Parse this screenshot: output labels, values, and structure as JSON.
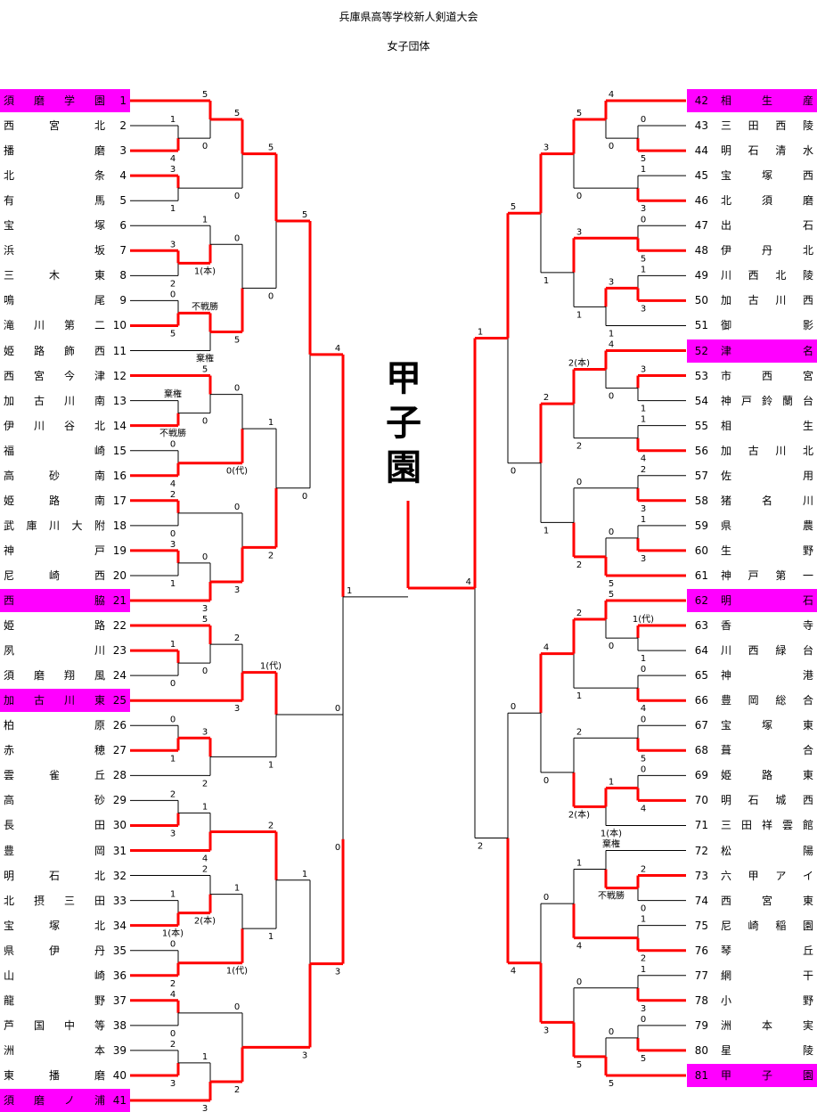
{
  "header": {
    "title": "兵庫県高等学校新人剣道大会",
    "subtitle": "女子団体"
  },
  "center_label": "甲子園",
  "colors": {
    "win": "#ff0000",
    "line": "#000000",
    "highlight": "#ff00ff"
  },
  "left_teams": [
    {
      "num": "1",
      "name": "須磨学園",
      "hl": true
    },
    {
      "num": "2",
      "name": "西宮北",
      "hl": false
    },
    {
      "num": "3",
      "name": "播磨",
      "hl": false
    },
    {
      "num": "4",
      "name": "北条",
      "hl": false
    },
    {
      "num": "5",
      "name": "有馬",
      "hl": false
    },
    {
      "num": "6",
      "name": "宝塚",
      "hl": false
    },
    {
      "num": "7",
      "name": "浜坂",
      "hl": false
    },
    {
      "num": "8",
      "name": "三木東",
      "hl": false
    },
    {
      "num": "9",
      "name": "鳴尾",
      "hl": false
    },
    {
      "num": "10",
      "name": "滝川第二",
      "hl": false
    },
    {
      "num": "11",
      "name": "姫路飾西",
      "hl": false
    },
    {
      "num": "12",
      "name": "西宮今津",
      "hl": false
    },
    {
      "num": "13",
      "name": "加古川南",
      "hl": false
    },
    {
      "num": "14",
      "name": "伊川谷北",
      "hl": false
    },
    {
      "num": "15",
      "name": "福崎",
      "hl": false
    },
    {
      "num": "16",
      "name": "高砂南",
      "hl": false
    },
    {
      "num": "17",
      "name": "姫路南",
      "hl": false
    },
    {
      "num": "18",
      "name": "武庫川大附",
      "hl": false
    },
    {
      "num": "19",
      "name": "神戸",
      "hl": false
    },
    {
      "num": "20",
      "name": "尼崎西",
      "hl": false
    },
    {
      "num": "21",
      "name": "西脇",
      "hl": true
    },
    {
      "num": "22",
      "name": "姫路",
      "hl": false
    },
    {
      "num": "23",
      "name": "夙川",
      "hl": false
    },
    {
      "num": "24",
      "name": "須磨翔風",
      "hl": false
    },
    {
      "num": "25",
      "name": "加古川東",
      "hl": true
    },
    {
      "num": "26",
      "name": "柏原",
      "hl": false
    },
    {
      "num": "27",
      "name": "赤穂",
      "hl": false
    },
    {
      "num": "28",
      "name": "雲雀丘",
      "hl": false
    },
    {
      "num": "29",
      "name": "高砂",
      "hl": false
    },
    {
      "num": "30",
      "name": "長田",
      "hl": false
    },
    {
      "num": "31",
      "name": "豊岡",
      "hl": false
    },
    {
      "num": "32",
      "name": "明石北",
      "hl": false
    },
    {
      "num": "33",
      "name": "北摂三田",
      "hl": false
    },
    {
      "num": "34",
      "name": "宝塚北",
      "hl": false
    },
    {
      "num": "35",
      "name": "県伊丹",
      "hl": false
    },
    {
      "num": "36",
      "name": "山崎",
      "hl": false
    },
    {
      "num": "37",
      "name": "龍野",
      "hl": false
    },
    {
      "num": "38",
      "name": "芦国中等",
      "hl": false
    },
    {
      "num": "39",
      "name": "洲本",
      "hl": false
    },
    {
      "num": "40",
      "name": "東播磨",
      "hl": false
    },
    {
      "num": "41",
      "name": "須磨ノ浦",
      "hl": true
    }
  ],
  "right_teams": [
    {
      "num": "42",
      "name": "相生産",
      "hl": true
    },
    {
      "num": "43",
      "name": "三田西陵",
      "hl": false
    },
    {
      "num": "44",
      "name": "明石清水",
      "hl": false
    },
    {
      "num": "45",
      "name": "宝塚西",
      "hl": false
    },
    {
      "num": "46",
      "name": "北須磨",
      "hl": false
    },
    {
      "num": "47",
      "name": "出石",
      "hl": false
    },
    {
      "num": "48",
      "name": "伊丹北",
      "hl": false
    },
    {
      "num": "49",
      "name": "川西北陵",
      "hl": false
    },
    {
      "num": "50",
      "name": "加古川西",
      "hl": false
    },
    {
      "num": "51",
      "name": "御影",
      "hl": false
    },
    {
      "num": "52",
      "name": "津名",
      "hl": true
    },
    {
      "num": "53",
      "name": "市西宮",
      "hl": false
    },
    {
      "num": "54",
      "name": "神戸鈴蘭台",
      "hl": false
    },
    {
      "num": "55",
      "name": "相生",
      "hl": false
    },
    {
      "num": "56",
      "name": "加古川北",
      "hl": false
    },
    {
      "num": "57",
      "name": "佐用",
      "hl": false
    },
    {
      "num": "58",
      "name": "猪名川",
      "hl": false
    },
    {
      "num": "59",
      "name": "県農",
      "hl": false
    },
    {
      "num": "60",
      "name": "生野",
      "hl": false
    },
    {
      "num": "61",
      "name": "神戸第一",
      "hl": false
    },
    {
      "num": "62",
      "name": "明石",
      "hl": true
    },
    {
      "num": "63",
      "name": "香寺",
      "hl": false
    },
    {
      "num": "64",
      "name": "川西緑台",
      "hl": false
    },
    {
      "num": "65",
      "name": "神港",
      "hl": false
    },
    {
      "num": "66",
      "name": "豊岡総合",
      "hl": false
    },
    {
      "num": "67",
      "name": "宝塚東",
      "hl": false
    },
    {
      "num": "68",
      "name": "葺合",
      "hl": false
    },
    {
      "num": "69",
      "name": "姫路東",
      "hl": false
    },
    {
      "num": "70",
      "name": "明石城西",
      "hl": false
    },
    {
      "num": "71",
      "name": "三田祥雲館",
      "hl": false
    },
    {
      "num": "72",
      "name": "松陽",
      "hl": false
    },
    {
      "num": "73",
      "name": "六甲アイ",
      "hl": false
    },
    {
      "num": "74",
      "name": "西宮東",
      "hl": false
    },
    {
      "num": "75",
      "name": "尼崎稲園",
      "hl": false
    },
    {
      "num": "76",
      "name": "琴丘",
      "hl": false
    },
    {
      "num": "77",
      "name": "網干",
      "hl": false
    },
    {
      "num": "78",
      "name": "小野",
      "hl": false
    },
    {
      "num": "79",
      "name": "洲本実",
      "hl": false
    },
    {
      "num": "80",
      "name": "星陵",
      "hl": false
    },
    {
      "num": "81",
      "name": "甲子園",
      "hl": true
    }
  ],
  "matches": {
    "left": [
      {
        "a": {
          "t": 2
        },
        "b": {
          "t": 3
        },
        "sa": "1",
        "sb": "4",
        "w": "b"
      },
      {
        "a": {
          "t": 1
        },
        "b": {
          "m": 0
        },
        "sa": "5",
        "sb": "0",
        "w": "a"
      },
      {
        "a": {
          "t": 4
        },
        "b": {
          "t": 5
        },
        "sa": "3",
        "sb": "1",
        "w": "a"
      },
      {
        "a": {
          "m": 1
        },
        "b": {
          "m": 2
        },
        "sa": "5",
        "sb": "0",
        "w": "a"
      },
      {
        "a": {
          "t": 7
        },
        "b": {
          "t": 8
        },
        "sa": "3",
        "sb": "2",
        "w": "a"
      },
      {
        "a": {
          "t": 6
        },
        "b": {
          "m": 4
        },
        "sa": "1",
        "sb": "1(本)",
        "w": "b"
      },
      {
        "a": {
          "t": 9
        },
        "b": {
          "t": 10
        },
        "sa": "0",
        "sb": "5",
        "w": "b"
      },
      {
        "a": {
          "m": 6
        },
        "b": {
          "t": 11
        },
        "sa": "不戦勝",
        "sb": "棄権",
        "w": "a"
      },
      {
        "a": {
          "m": 5
        },
        "b": {
          "m": 7
        },
        "sa": "0",
        "sb": "5",
        "w": "b"
      },
      {
        "a": {
          "m": 3
        },
        "b": {
          "m": 8
        },
        "sa": "5",
        "sb": "0",
        "w": "a"
      },
      {
        "a": {
          "t": 13
        },
        "b": {
          "t": 14
        },
        "sa": "棄権",
        "sb": "不戦勝",
        "w": "b"
      },
      {
        "a": {
          "t": 12
        },
        "b": {
          "m": 10
        },
        "sa": "5",
        "sb": "0",
        "w": "a"
      },
      {
        "a": {
          "t": 15
        },
        "b": {
          "t": 16
        },
        "sa": "0",
        "sb": "4",
        "w": "b"
      },
      {
        "a": {
          "m": 11
        },
        "b": {
          "m": 12
        },
        "sa": "0",
        "sb": "0(代)",
        "w": "b"
      },
      {
        "a": {
          "t": 17
        },
        "b": {
          "t": 18
        },
        "sa": "2",
        "sb": "0",
        "w": "a"
      },
      {
        "a": {
          "t": 19
        },
        "b": {
          "t": 20
        },
        "sa": "3",
        "sb": "1",
        "w": "a"
      },
      {
        "a": {
          "m": 15
        },
        "b": {
          "t": 21
        },
        "sa": "0",
        "sb": "3",
        "w": "b"
      },
      {
        "a": {
          "m": 14
        },
        "b": {
          "m": 16
        },
        "sa": "0",
        "sb": "3",
        "w": "b"
      },
      {
        "a": {
          "m": 13
        },
        "b": {
          "m": 17
        },
        "sa": "1",
        "sb": "2",
        "w": "b"
      },
      {
        "a": {
          "m": 18
        },
        "b": {
          "m": 18
        },
        "sa": "",
        "sb": "",
        "w": "a",
        "skip": true
      },
      {
        "a": {
          "m": 9
        },
        "b": {
          "m": 18
        },
        "sa": "5",
        "sb": "0",
        "w": "a"
      },
      {
        "a": {
          "t": 23
        },
        "b": {
          "t": 24
        },
        "sa": "1",
        "sb": "0",
        "w": "a"
      },
      {
        "a": {
          "t": 22
        },
        "b": {
          "m": 21
        },
        "sa": "5",
        "sb": "0",
        "w": "a"
      },
      {
        "a": {
          "m": 22
        },
        "b": {
          "t": 25
        },
        "sa": "2",
        "sb": "3",
        "w": "b"
      },
      {
        "a": {
          "t": 26
        },
        "b": {
          "t": 27
        },
        "sa": "0",
        "sb": "1",
        "w": "b"
      },
      {
        "a": {
          "m": 24
        },
        "b": {
          "t": 28
        },
        "sa": "3",
        "sb": "2",
        "w": "a"
      },
      {
        "a": {
          "m": 23
        },
        "b": {
          "m": 25
        },
        "sa": "1(代)",
        "sb": "1",
        "w": "a"
      },
      {
        "a": {
          "t": 29
        },
        "b": {
          "t": 30
        },
        "sa": "2",
        "sb": "3",
        "w": "b"
      },
      {
        "a": {
          "m": 27
        },
        "b": {
          "t": 31
        },
        "sa": "1",
        "sb": "4",
        "w": "b"
      },
      {
        "a": {
          "t": 33
        },
        "b": {
          "t": 34
        },
        "sa": "1",
        "sb": "1(本)",
        "w": "b"
      },
      {
        "a": {
          "t": 32
        },
        "b": {
          "m": 29
        },
        "sa": "2",
        "sb": "2(本)",
        "w": "b"
      },
      {
        "a": {
          "t": 35
        },
        "b": {
          "t": 36
        },
        "sa": "0",
        "sb": "2",
        "w": "b"
      },
      {
        "a": {
          "m": 30
        },
        "b": {
          "m": 31
        },
        "sa": "1",
        "sb": "1(代)",
        "w": "b"
      },
      {
        "a": {
          "m": 28
        },
        "b": {
          "m": 32
        },
        "sa": "2",
        "sb": "1",
        "w": "a"
      },
      {
        "a": {
          "t": 37
        },
        "b": {
          "t": 38
        },
        "sa": "4",
        "sb": "0",
        "w": "a"
      },
      {
        "a": {
          "t": 39
        },
        "b": {
          "t": 40
        },
        "sa": "2",
        "sb": "3",
        "w": "b"
      },
      {
        "a": {
          "m": 35
        },
        "b": {
          "t": 41
        },
        "sa": "1",
        "sb": "3",
        "w": "b"
      },
      {
        "a": {
          "m": 34
        },
        "b": {
          "m": 36
        },
        "sa": "0",
        "sb": "2",
        "w": "b"
      },
      {
        "a": {
          "m": 33
        },
        "b": {
          "m": 37
        },
        "sa": "1",
        "sb": "3",
        "w": "b"
      },
      {
        "a": {
          "m": 26
        },
        "b": {
          "m": 38
        },
        "sa": "0",
        "sb": "3",
        "w": "b"
      },
      {
        "a": {
          "m": 20
        },
        "b": {
          "m": 39
        },
        "sa": "4",
        "sb": "0",
        "w": "a"
      }
    ],
    "right": [
      {
        "a": {
          "t": 43
        },
        "b": {
          "t": 44
        },
        "sa": "0",
        "sb": "5",
        "w": "b"
      },
      {
        "a": {
          "t": 42
        },
        "b": {
          "m": 0
        },
        "sa": "4",
        "sb": "0",
        "w": "a"
      },
      {
        "a": {
          "t": 45
        },
        "b": {
          "t": 46
        },
        "sa": "1",
        "sb": "3",
        "w": "b"
      },
      {
        "a": {
          "m": 1
        },
        "b": {
          "m": 2
        },
        "sa": "5",
        "sb": "0",
        "w": "a"
      },
      {
        "a": {
          "t": 47
        },
        "b": {
          "t": 48
        },
        "sa": "0",
        "sb": "5",
        "w": "b"
      },
      {
        "a": {
          "t": 49
        },
        "b": {
          "t": 50
        },
        "sa": "1",
        "sb": "3",
        "w": "b"
      },
      {
        "a": {
          "m": 5
        },
        "b": {
          "t": 51
        },
        "sa": "3",
        "sb": "1",
        "w": "a"
      },
      {
        "a": {
          "m": 4
        },
        "b": {
          "m": 6
        },
        "sa": "3",
        "sb": "1",
        "w": "a"
      },
      {
        "a": {
          "m": 3
        },
        "b": {
          "m": 7
        },
        "sa": "3",
        "sb": "1",
        "w": "a"
      },
      {
        "a": {
          "t": 53
        },
        "b": {
          "t": 54
        },
        "sa": "3",
        "sb": "1",
        "w": "a"
      },
      {
        "a": {
          "t": 52
        },
        "b": {
          "m": 9
        },
        "sa": "4",
        "sb": "0",
        "w": "a"
      },
      {
        "a": {
          "t": 55
        },
        "b": {
          "t": 56
        },
        "sa": "1",
        "sb": "4",
        "w": "b"
      },
      {
        "a": {
          "m": 10
        },
        "b": {
          "m": 11
        },
        "sa": "2(本)",
        "sb": "2",
        "w": "a"
      },
      {
        "a": {
          "t": 57
        },
        "b": {
          "t": 58
        },
        "sa": "2",
        "sb": "3",
        "w": "b"
      },
      {
        "a": {
          "t": 59
        },
        "b": {
          "t": 60
        },
        "sa": "1",
        "sb": "3",
        "w": "b"
      },
      {
        "a": {
          "m": 14
        },
        "b": {
          "t": 61
        },
        "sa": "0",
        "sb": "5",
        "w": "b"
      },
      {
        "a": {
          "m": 13
        },
        "b": {
          "m": 15
        },
        "sa": "0",
        "sb": "2",
        "w": "b"
      },
      {
        "a": {
          "m": 12
        },
        "b": {
          "m": 16
        },
        "sa": "2",
        "sb": "1",
        "w": "a"
      },
      {
        "a": {
          "m": 8
        },
        "b": {
          "m": 17
        },
        "sa": "5",
        "sb": "0",
        "w": "a"
      },
      {
        "a": {
          "t": 63
        },
        "b": {
          "t": 64
        },
        "sa": "1(代)",
        "sb": "1",
        "w": "a"
      },
      {
        "a": {
          "t": 62
        },
        "b": {
          "m": 19
        },
        "sa": "5",
        "sb": "0",
        "w": "a"
      },
      {
        "a": {
          "t": 65
        },
        "b": {
          "t": 66
        },
        "sa": "0",
        "sb": "4",
        "w": "b"
      },
      {
        "a": {
          "m": 20
        },
        "b": {
          "m": 21
        },
        "sa": "2",
        "sb": "1",
        "w": "a"
      },
      {
        "a": {
          "t": 67
        },
        "b": {
          "t": 68
        },
        "sa": "0",
        "sb": "5",
        "w": "b"
      },
      {
        "a": {
          "t": 69
        },
        "b": {
          "t": 70
        },
        "sa": "0",
        "sb": "4",
        "w": "b"
      },
      {
        "a": {
          "m": 24
        },
        "b": {
          "t": 71
        },
        "sa": "1",
        "sb": "1(本)",
        "w": "a"
      },
      {
        "a": {
          "m": 23
        },
        "b": {
          "m": 25
        },
        "sa": "2",
        "sb": "2(本)",
        "w": "b"
      },
      {
        "a": {
          "m": 22
        },
        "b": {
          "m": 26
        },
        "sa": "4",
        "sb": "0",
        "w": "a"
      },
      {
        "a": {
          "t": 73
        },
        "b": {
          "t": 74
        },
        "sa": "2",
        "sb": "0",
        "w": "a"
      },
      {
        "a": {
          "t": 72
        },
        "b": {
          "m": 28
        },
        "sa": "棄権",
        "sb": "不戦勝",
        "w": "b"
      },
      {
        "a": {
          "t": 75
        },
        "b": {
          "t": 76
        },
        "sa": "1",
        "sb": "2",
        "w": "b"
      },
      {
        "a": {
          "m": 29
        },
        "b": {
          "m": 30
        },
        "sa": "1",
        "sb": "4",
        "w": "b"
      },
      {
        "a": {
          "t": 77
        },
        "b": {
          "t": 78
        },
        "sa": "1",
        "sb": "3",
        "w": "b"
      },
      {
        "a": {
          "t": 79
        },
        "b": {
          "t": 80
        },
        "sa": "0",
        "sb": "5",
        "w": "b"
      },
      {
        "a": {
          "m": 33
        },
        "b": {
          "t": 81
        },
        "sa": "0",
        "sb": "5",
        "w": "b"
      },
      {
        "a": {
          "m": 32
        },
        "b": {
          "m": 34
        },
        "sa": "0",
        "sb": "5",
        "w": "b"
      },
      {
        "a": {
          "m": 31
        },
        "b": {
          "m": 35
        },
        "sa": "0",
        "sb": "3",
        "w": "b"
      },
      {
        "a": {
          "m": 27
        },
        "b": {
          "m": 36
        },
        "sa": "0",
        "sb": "4",
        "w": "b"
      },
      {
        "a": {
          "m": 18
        },
        "b": {
          "m": 37
        },
        "sa": "1",
        "sb": "2",
        "w": "a"
      }
    ]
  },
  "final": {
    "left_score": "1",
    "right_score": "4",
    "winner": "right"
  }
}
